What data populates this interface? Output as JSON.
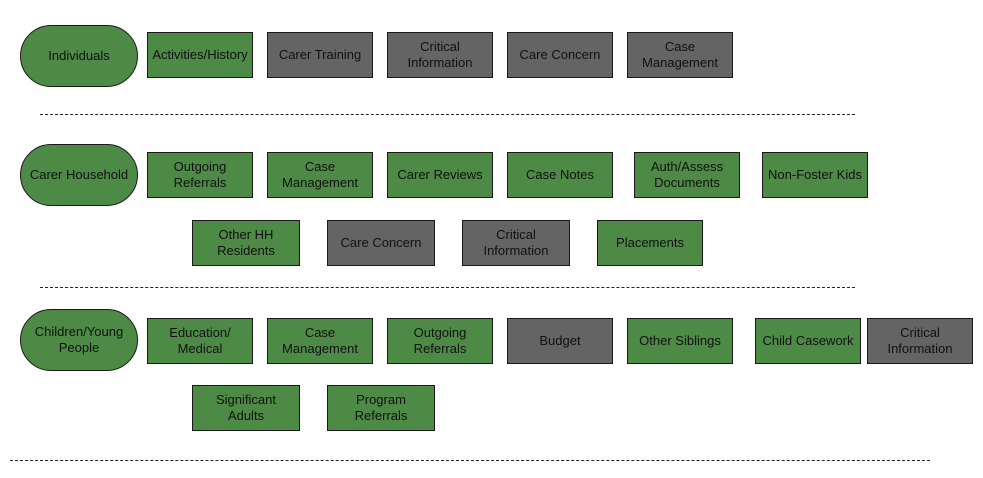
{
  "colors": {
    "green": "#4d8a45",
    "gray": "#646464",
    "border": "#1a1a1a"
  },
  "sections": {
    "individuals": {
      "label": "Individuals",
      "items": [
        {
          "label": "Activities/History",
          "color": "green"
        },
        {
          "label": "Carer Training",
          "color": "gray"
        },
        {
          "label": "Critical\nInformation",
          "color": "gray"
        },
        {
          "label": "Care Concern",
          "color": "gray"
        },
        {
          "label": "Case\nManagement",
          "color": "gray"
        }
      ]
    },
    "carer_household": {
      "label": "Carer Household",
      "items": [
        {
          "label": "Outgoing\nReferrals",
          "color": "green"
        },
        {
          "label": "Case\nManagement",
          "color": "green"
        },
        {
          "label": "Carer Reviews",
          "color": "green"
        },
        {
          "label": "Case Notes",
          "color": "green"
        },
        {
          "label": "Auth/Assess\nDocuments",
          "color": "green"
        },
        {
          "label": "Non-Foster Kids",
          "color": "green"
        },
        {
          "label": "Other HH\nResidents",
          "color": "green"
        },
        {
          "label": "Care Concern",
          "color": "gray"
        },
        {
          "label": "Critical\nInformation",
          "color": "gray"
        },
        {
          "label": "Placements",
          "color": "green"
        }
      ]
    },
    "children": {
      "label": "Children/Young\nPeople",
      "items": [
        {
          "label": "Education/\nMedical",
          "color": "green"
        },
        {
          "label": "Case\nManagement",
          "color": "green"
        },
        {
          "label": "Outgoing\nReferrals",
          "color": "green"
        },
        {
          "label": "Budget",
          "color": "gray"
        },
        {
          "label": "Other Siblings",
          "color": "green"
        },
        {
          "label": "Child Casework",
          "color": "green"
        },
        {
          "label": "Critical\nInformation",
          "color": "gray"
        },
        {
          "label": "Significant\nAdults",
          "color": "green"
        },
        {
          "label": "Program\nReferrals",
          "color": "green"
        }
      ]
    }
  }
}
